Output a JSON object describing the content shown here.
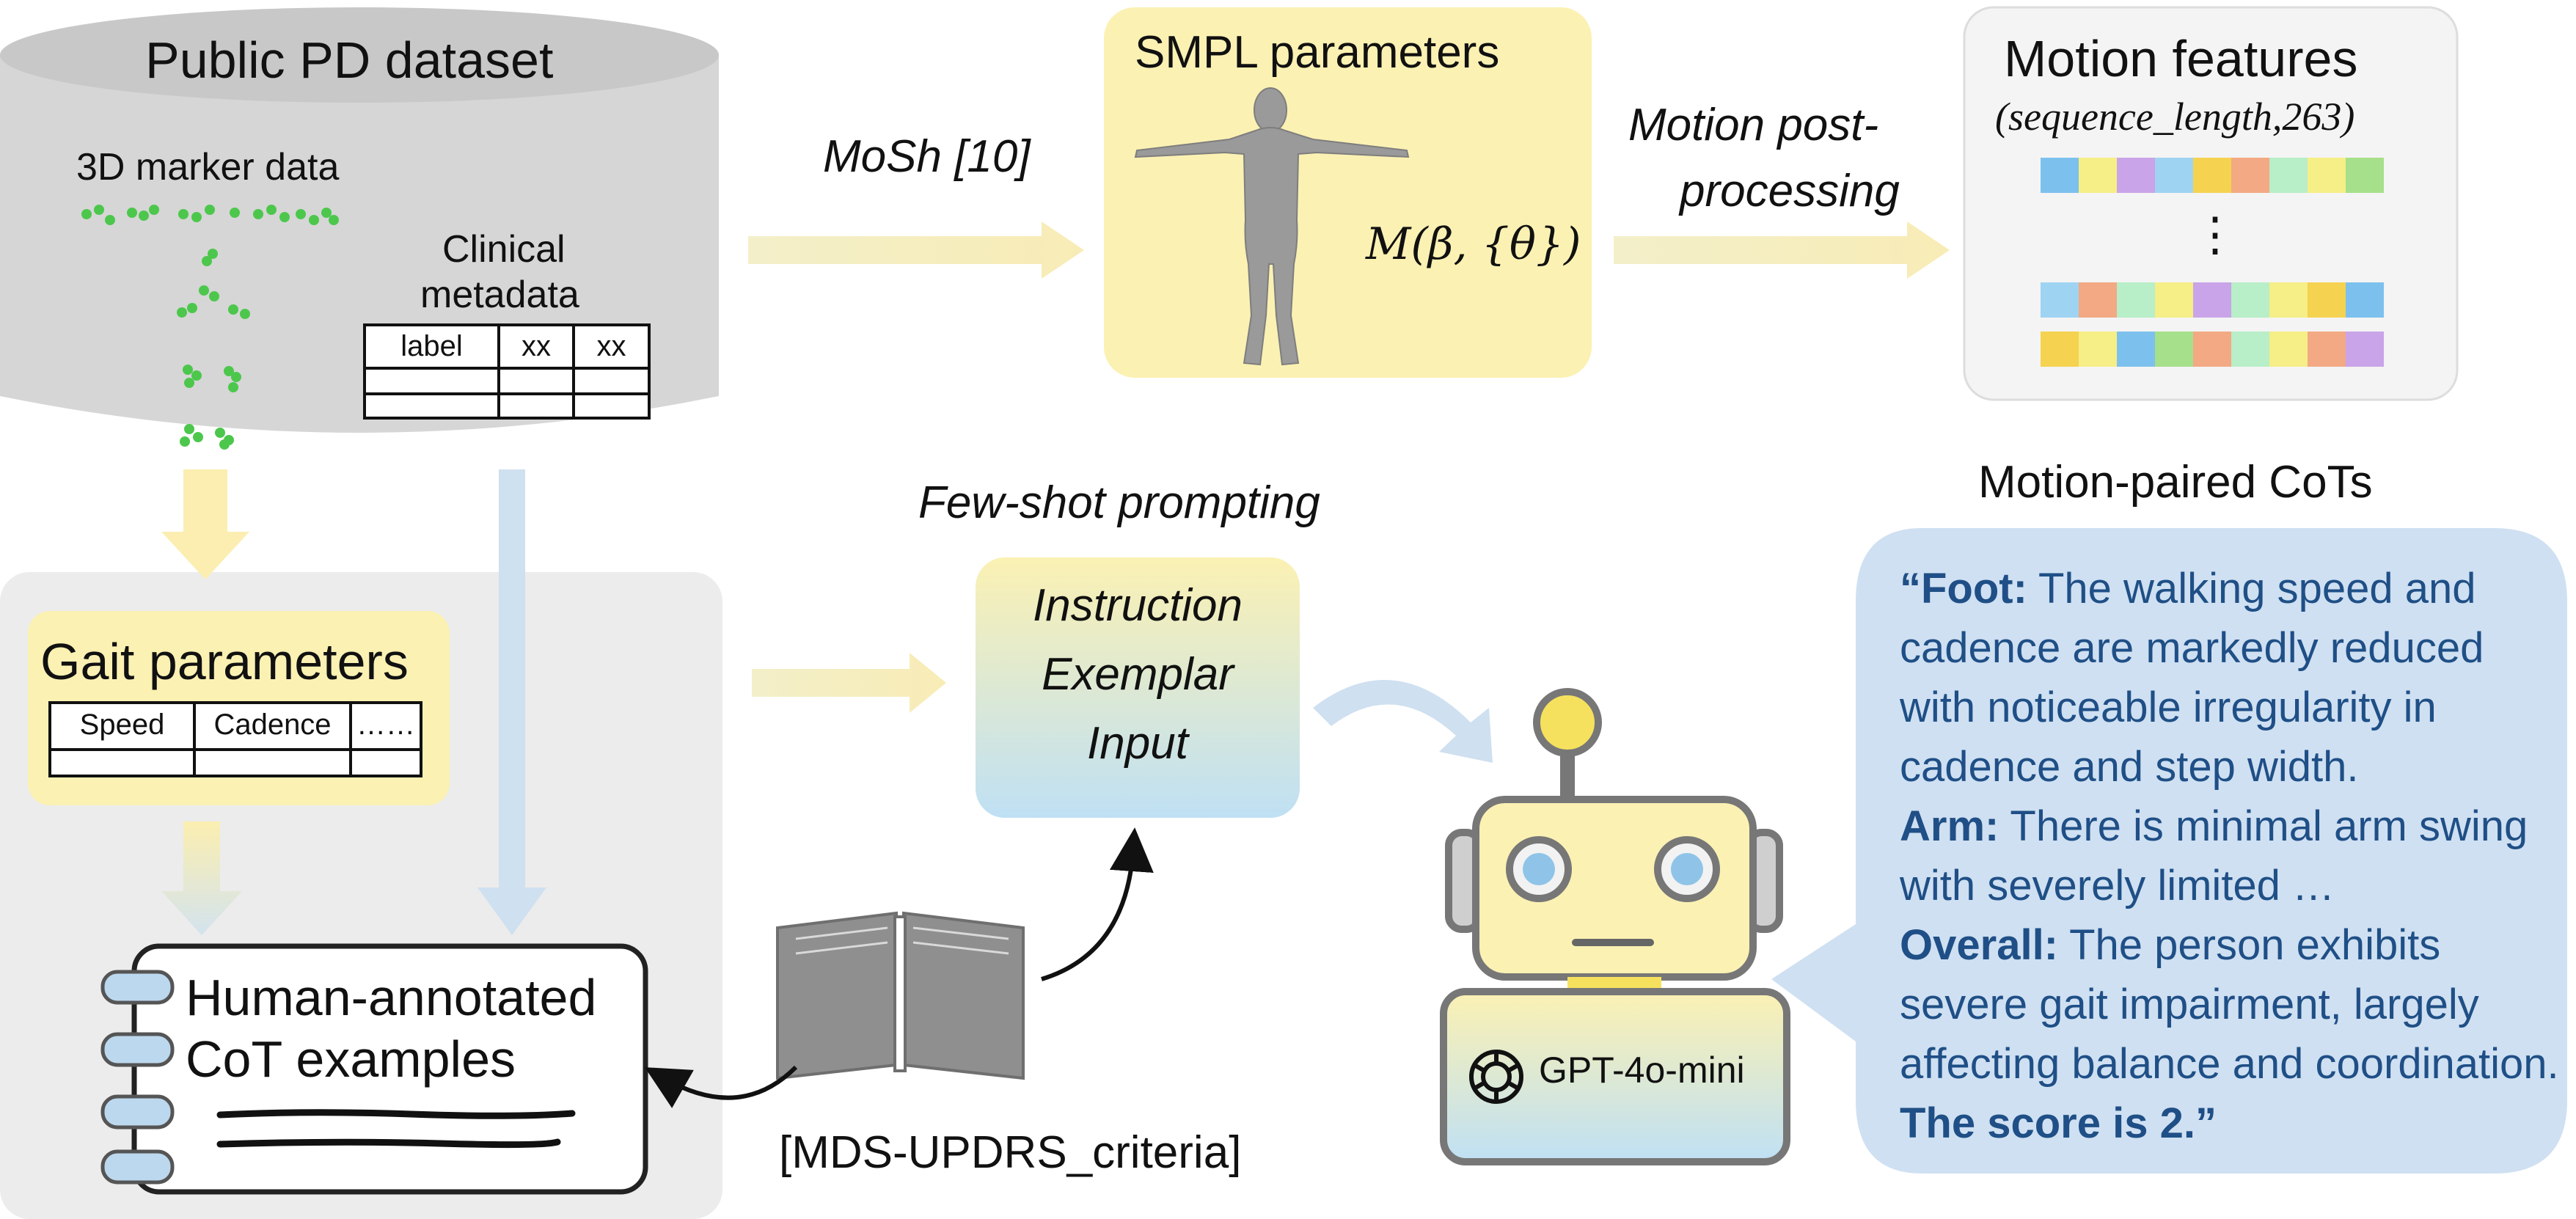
{
  "dataset": {
    "title": "Public PD dataset",
    "marker_label": "3D marker data",
    "clinical_label_line1": "Clinical",
    "clinical_label_line2": "metadata",
    "table_headers": [
      "label",
      "xx",
      "xx"
    ]
  },
  "mosh_label": "MoSh [10]",
  "smpl": {
    "title": "SMPL parameters",
    "formula": "M(β, {θ})"
  },
  "post_processing": {
    "line1": "Motion post-",
    "line2": "processing"
  },
  "motion_features": {
    "title": "Motion features",
    "shape": "(sequence_length,263)",
    "ellipsis": "⋮"
  },
  "gait": {
    "title": "Gait parameters",
    "headers": [
      "Speed",
      "Cadence",
      "……"
    ]
  },
  "few_shot_label": "Few-shot prompting",
  "prompt_box": {
    "line1": "Instruction",
    "line2": "Exemplar",
    "line3": "Input"
  },
  "criteria_label": "[MDS-UPDRS_criteria]",
  "human_cot": {
    "line1": "Human-annotated",
    "line2": "CoT examples"
  },
  "llm_label": "GPT-4o-mini",
  "cots": {
    "title": "Motion-paired CoTs",
    "foot_head": "“Foot:",
    "foot_text": " The walking speed and cadence are markedly reduced with noticeable irregularity in cadence and step width.",
    "arm_head": "Arm:",
    "arm_text": " There is minimal arm swing with severely limited …",
    "overall_head": "Overall:",
    "overall_text": " The person exhibits severe gait impairment, largely affecting balance and coordination. ",
    "score_text": "The score is 2.”"
  },
  "colors": {
    "cylinder": "#d6d6d6",
    "panel": "#ececec",
    "yellow_box": "#fbf1b3",
    "yellow_arrow": "#fbeeb0",
    "blue_arrow": "#cfe0f0",
    "speech": "#cfe0f2",
    "cot_text": "#1f4f86",
    "marker": "#4cc74c"
  }
}
